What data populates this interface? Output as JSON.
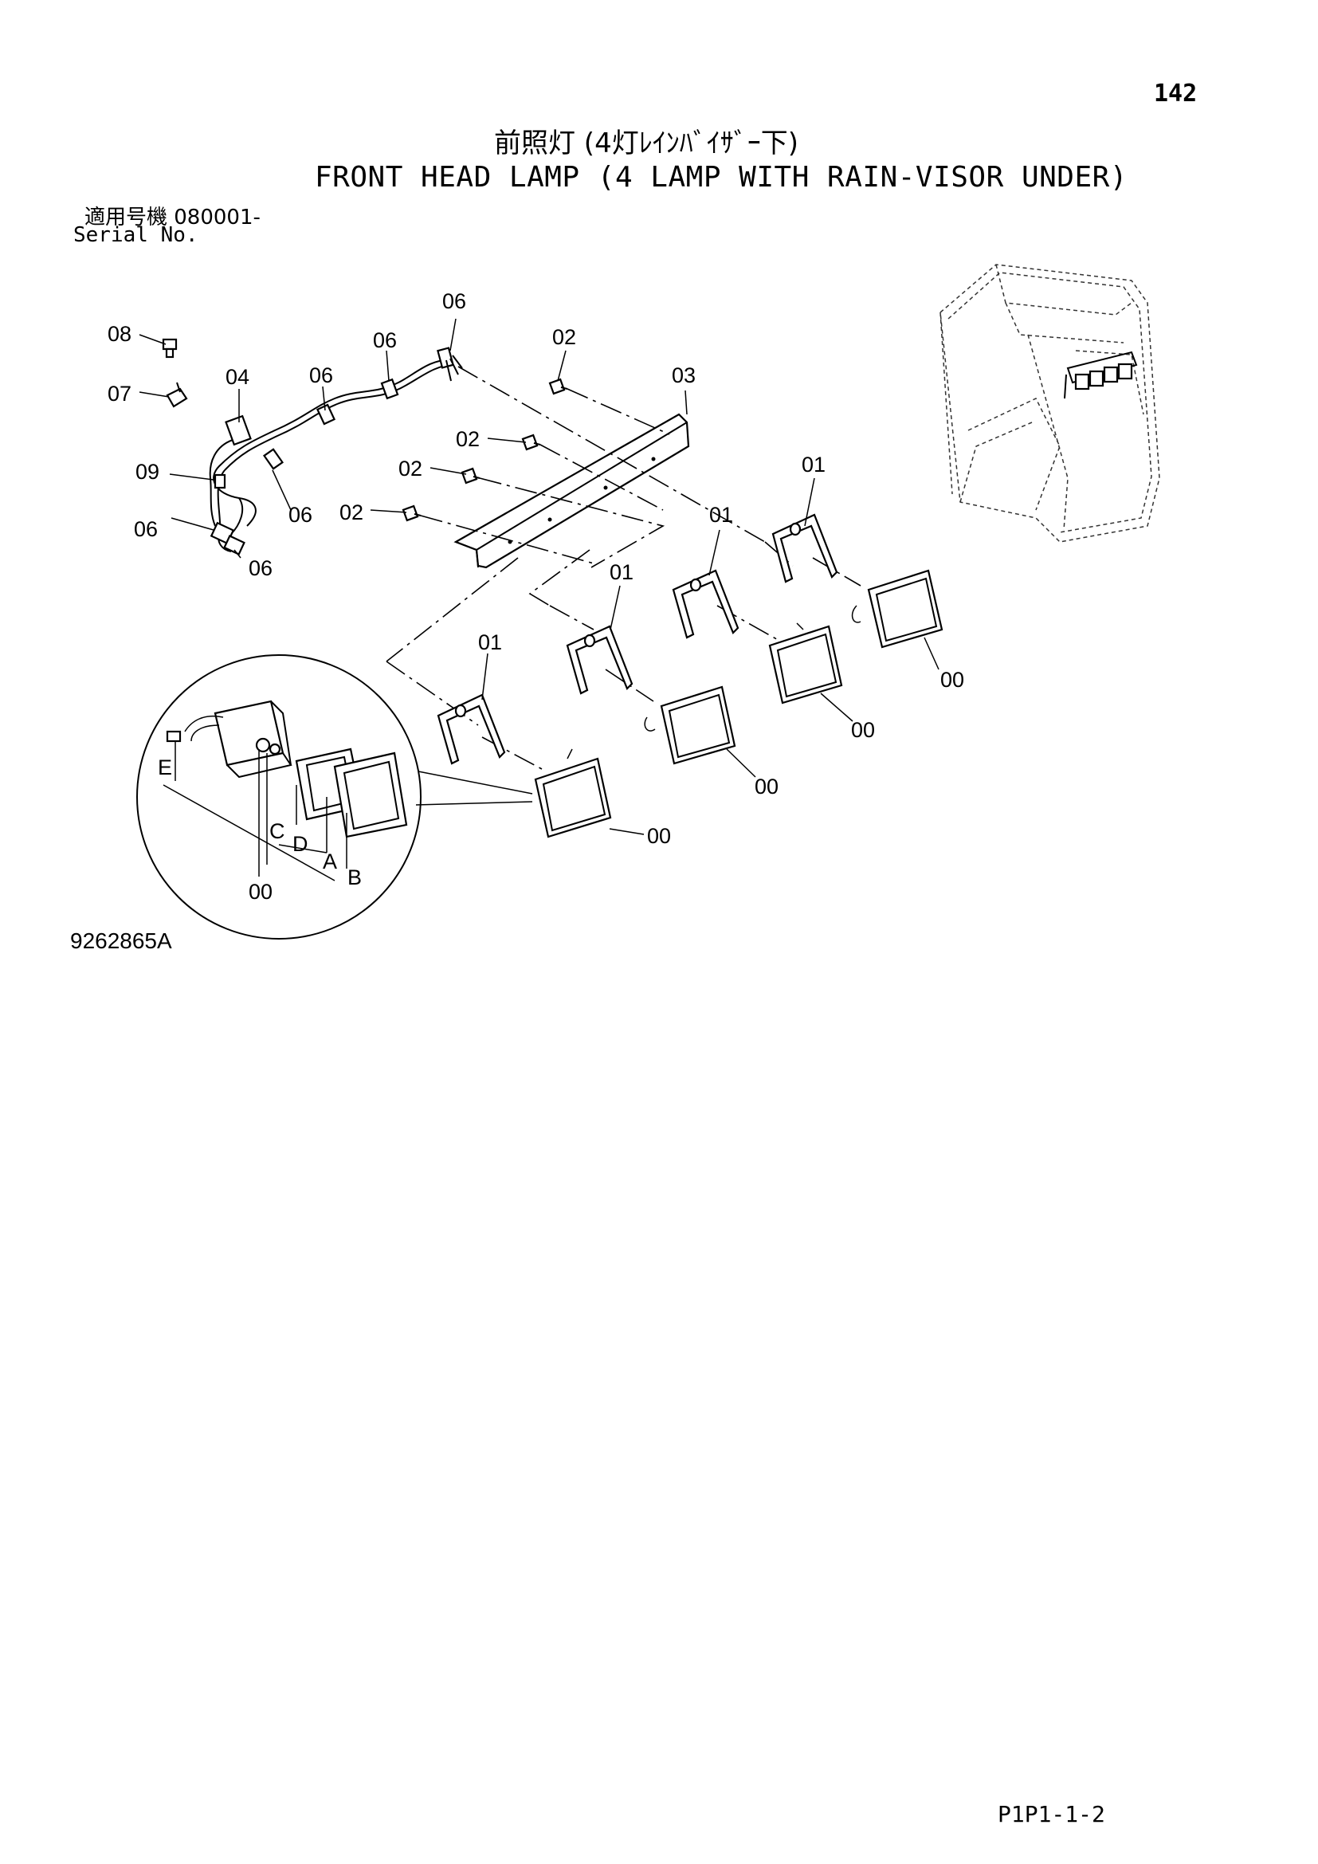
{
  "page": {
    "number": "142",
    "title_ja": "前照灯 (4灯ﾚｲﾝﾊﾞｲｻﾞｰ下)",
    "title_en": "FRONT HEAD LAMP (4 LAMP WITH RAIN-VISOR UNDER)",
    "serial_ja": "適用号機  080001-",
    "serial_en": "Serial No.",
    "drawing_number": "9262865A",
    "page_code": "P1P1-1-2"
  },
  "callouts": {
    "c00": "00",
    "c01": "01",
    "c02": "02",
    "c03": "03",
    "c04": "04",
    "c06": "06",
    "c07": "07",
    "c08": "08",
    "c09": "09",
    "cA": "A",
    "cB": "B",
    "cC": "C",
    "cD": "D",
    "cE": "E"
  }
}
